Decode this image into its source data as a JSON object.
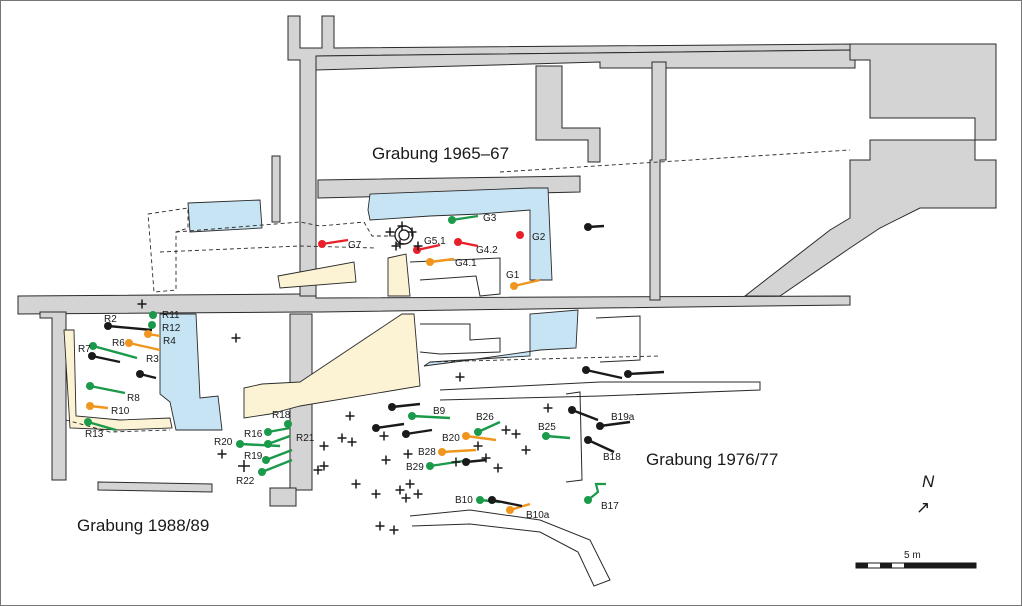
{
  "titles": {
    "t1965": "Grabung 1965–67",
    "t1976": "Grabung 1976/77",
    "t1988": "Grabung 1988/89"
  },
  "north": {
    "letter": "N",
    "arrow": "↗"
  },
  "scale": {
    "label": "5 m"
  },
  "colors": {
    "black": "#1a1a1a",
    "green": "#1a9a4a",
    "orange": "#f0961e",
    "red": "#e8202a",
    "wall": "#d4d4d4",
    "water": "#c6e4f4",
    "sand": "#fbf3d3"
  },
  "markers": [
    {
      "label": "G3",
      "color": "green"
    },
    {
      "label": "G7",
      "color": "red"
    },
    {
      "label": "G5.1",
      "color": "red"
    },
    {
      "label": "G4.2",
      "color": "red"
    },
    {
      "label": "G4.1",
      "color": "orange"
    },
    {
      "label": "G2",
      "color": "red"
    },
    {
      "label": "G1",
      "color": "orange"
    },
    {
      "label": "R2",
      "color": "black"
    },
    {
      "label": "R11",
      "color": "green"
    },
    {
      "label": "R12",
      "color": "green"
    },
    {
      "label": "R4",
      "color": "orange"
    },
    {
      "label": "R6",
      "color": "orange"
    },
    {
      "label": "R7",
      "color": "green"
    },
    {
      "label": "R3",
      "color": "black"
    },
    {
      "label": "R8",
      "color": "green"
    },
    {
      "label": "R10",
      "color": "orange"
    },
    {
      "label": "R13",
      "color": "green"
    },
    {
      "label": "R18",
      "color": "green"
    },
    {
      "label": "R16",
      "color": "green"
    },
    {
      "label": "R20",
      "color": "green"
    },
    {
      "label": "R21",
      "color": "green"
    },
    {
      "label": "R19",
      "color": "green"
    },
    {
      "label": "R22",
      "color": "green"
    },
    {
      "label": "B9",
      "color": "green"
    },
    {
      "label": "B26",
      "color": "green"
    },
    {
      "label": "B20",
      "color": "orange"
    },
    {
      "label": "B25",
      "color": "green"
    },
    {
      "label": "B28",
      "color": "orange"
    },
    {
      "label": "B29",
      "color": "green"
    },
    {
      "label": "B19a",
      "color": "black"
    },
    {
      "label": "B18",
      "color": "black"
    },
    {
      "label": "B17",
      "color": "green"
    },
    {
      "label": "B10",
      "color": "green"
    },
    {
      "label": "B10a",
      "color": "orange"
    }
  ],
  "unlabeled_markers": {
    "count": 10,
    "color": "black"
  },
  "grave_crosses": {
    "count": 36
  }
}
